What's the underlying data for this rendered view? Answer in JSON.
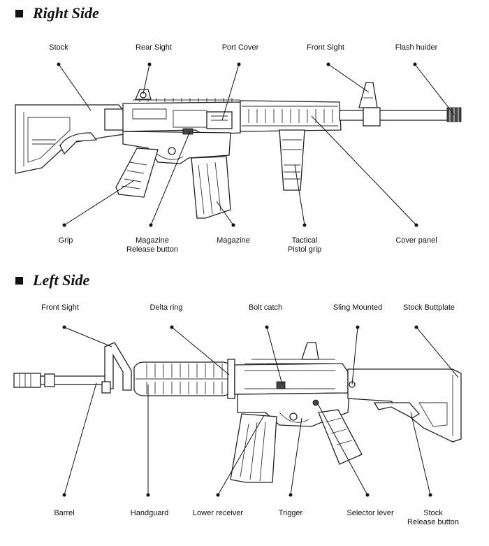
{
  "right": {
    "title": "Right Side",
    "labels": {
      "stock": "Stock",
      "rear_sight": "Rear Sight",
      "port_cover": "Port Cover",
      "front_sight": "Front Sight",
      "flash_hider": "Flash huider",
      "grip": "Grip",
      "magazine_release_1": "Magazine",
      "magazine_release_2": "Release button",
      "magazine": "Magazine",
      "tactical_1": "Tactical",
      "tactical_2": "Pistol grip",
      "cover_panel": "Cover panel"
    }
  },
  "left": {
    "title": "Left Side",
    "labels": {
      "front_sight": "Front Sight",
      "delta_ring": "Delta  ring",
      "bolt_catch": "Bolt catch",
      "sling_mounted": "Sling Mounted",
      "stock_buttplate": "Stock Buttplate",
      "barrel": "Barrel",
      "handguard": "Handguard",
      "lower_receiver": "Lower receiver",
      "trigger": "Trigger",
      "selector_lever": "Selector lever",
      "stock_release_1": "Stock",
      "stock_release_2": "Release button"
    }
  }
}
